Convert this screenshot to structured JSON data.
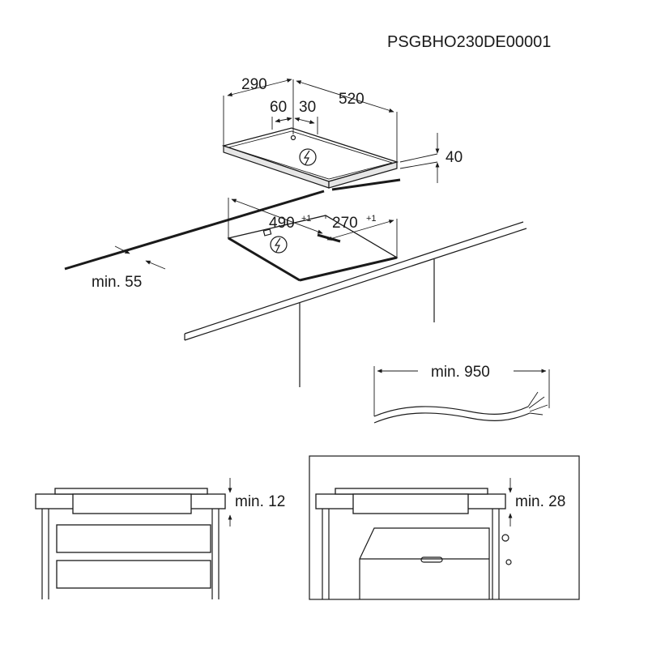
{
  "doc_code": "PSGBHO230DE00001",
  "dimensions": {
    "hob_depth": "290",
    "hob_width": "520",
    "offset_left": "60",
    "offset_right": "30",
    "hob_height": "40",
    "cutout_width": "490",
    "cutout_width_tol": "+1",
    "cutout_depth": "270",
    "cutout_depth_tol": "+1",
    "edge_min": "min. 55",
    "cable_min": "min. 950",
    "clearance_drawer": "min. 12",
    "clearance_oven": "min. 28"
  },
  "icons": [
    "electric-connection-icon",
    "electric-connection-icon"
  ]
}
